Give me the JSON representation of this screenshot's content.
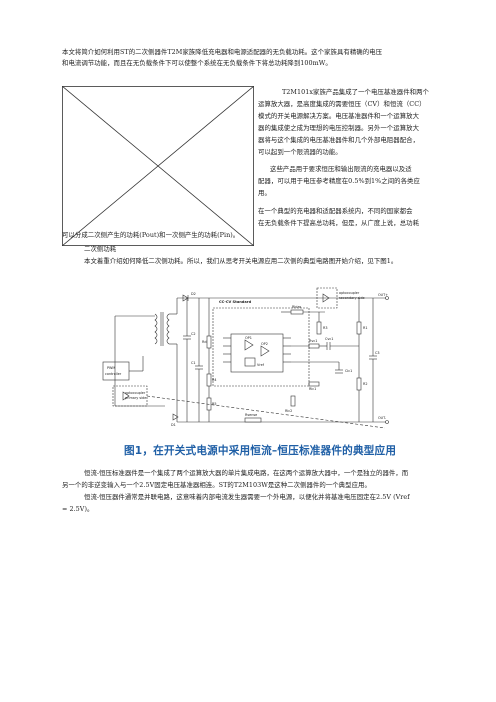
{
  "paragraphs": {
    "intro_l1": "本文将简介如何利用ST的二次侧器件T2M家族降低充电器和电源适配器的无负载功耗。这个家族具有精确的电压",
    "intro_l2": "和电流调节功能，而且在无负载条件下可以使整个系统在无负载条件下将总功耗降到100mW。",
    "side_l1": "T2M101x家族产品集成了一个电压基准器件和两个",
    "side_l2": "运算放大器，是高度集成的需要恒压（CV）和恒流（CC）",
    "side_l3": "模式的开关电源解决方案。电压基准器件和一个运算放大",
    "side_l4": "器的集成使之成为理想的电压控制器。另外一个运算放大",
    "side_l5": "器将与这个集成的电压基准器件和几个外部电阻器配合，",
    "side_l6": "可以起到一个限流器的功能。",
    "side_l7": "这些产品用于要求恒压和输出限流的充电器以及适",
    "side_l8": "配器，可以用于电压参考精度在0.5%到1%之间的各类应",
    "side_l9": "用。",
    "side_l10": "在一个典型的充电器和适配器系统内，不同的国家都会",
    "side_l11": "在无负载条件下提高总功耗，但是，从广度上说，总功耗",
    "full_l1": "可以分成二次侧产生的功耗(Pout)和一次侧产生的功耗(Pin)。",
    "section_heading": "二次侧功耗",
    "body_l1": "本文着重介绍如何降低二次侧功耗。所以，我们从思考开关电源应用二次侧的典型电路图开始介绍，见下图1。",
    "after_l1": "恒流-恒压标准器件是一个集成了两个运算放大器的单片集成电路，在这两个运算放大器中，一个是独立的器件，而",
    "after_l2": "另一个的非逆变输入与一个2.5V固定电压基准器相连。ST的T2M103W是这种二次侧器件的一个典型应用。",
    "after_l3": "恒流-恒压器件通常是并联电路，这意味着内部电流发生器需要一个外电源，以便化并将基准电压固定在2.5V (Vref",
    "after_l4": "= 2.5V)。"
  },
  "figure": {
    "caption": "图1，在开关式电源中采用恒流–恒压标准器件的典型应用",
    "labels": {
      "standard": "CC-CV Standard",
      "optocoupler_top": "optocoupler",
      "secondary_top": "secondary side",
      "pwm_controller": "PWM",
      "pwm_controller2": "controller",
      "optocoupler_bottom": "optocoupler",
      "primary_bottom": "primary side",
      "out_plus": "OUT+",
      "out_minus": "OUT-",
      "r_bias": "Rbias",
      "r_sense": "Rsense",
      "r1": "R1",
      "r2": "R2",
      "r3": "R3",
      "r4": "R4",
      "r5": "R5",
      "rvc1": "Rvc1",
      "cvc1": "Cvc1",
      "ric1": "Ric1",
      "ric2": "Ric2",
      "cic1": "Cic1",
      "rd": "Rd",
      "c1": "C1",
      "c2": "C2",
      "c3": "C3",
      "d1": "D1",
      "d2": "D2",
      "vref": "Vref",
      "op1": "OP1",
      "op2": "OP2"
    }
  }
}
